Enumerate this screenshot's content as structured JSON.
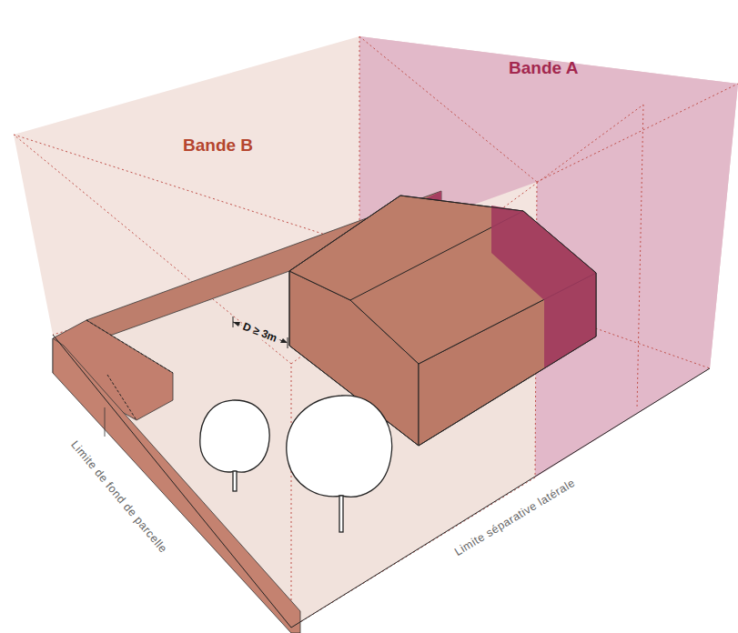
{
  "diagram": {
    "nodes": [
      {
        "text": [
          "Bande B"
        ]
      },
      {
        "text": [
          "Bande A"
        ]
      }
    ],
    "labels": [
      "D ≥ 3m",
      "Limite de fond de parcelle",
      "Limite séparative latérale"
    ]
  }
}
